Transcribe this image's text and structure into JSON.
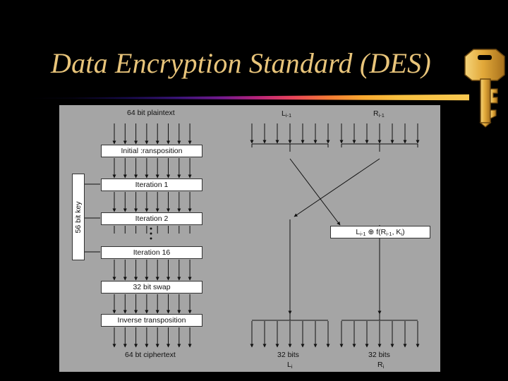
{
  "slide": {
    "title": "Data Encryption Standard (DES)"
  },
  "left": {
    "top_label": "64 bit plaintext",
    "stages": [
      "Initial :ransposition",
      "Iteration 1",
      "Iteration 2",
      "Iteration 16",
      "32 bit swap",
      "Inverse transposition"
    ],
    "bottom_label": "64 bt ciphertext",
    "key_label": "56 bit key"
  },
  "right": {
    "left_input": "L",
    "left_input_sub": "i-1",
    "right_input": "R",
    "right_input_sub": "i-1",
    "function_box": {
      "L": "L",
      "L_sub": "i-1",
      "op": " ⊕ f(R",
      "R_sub": "i-1",
      "sep": ", K",
      "K_sub": "i",
      "close": ")"
    },
    "out_left_label": "32 bits",
    "out_left_name": "L",
    "out_left_sub": "i",
    "out_right_label": "32 bits",
    "out_right_name": "R",
    "out_right_sub": "i"
  },
  "colors": {
    "title": "#e8c47a",
    "panel": "#a5a5a5",
    "background": "#000000"
  },
  "icons": [
    "key-icon"
  ]
}
